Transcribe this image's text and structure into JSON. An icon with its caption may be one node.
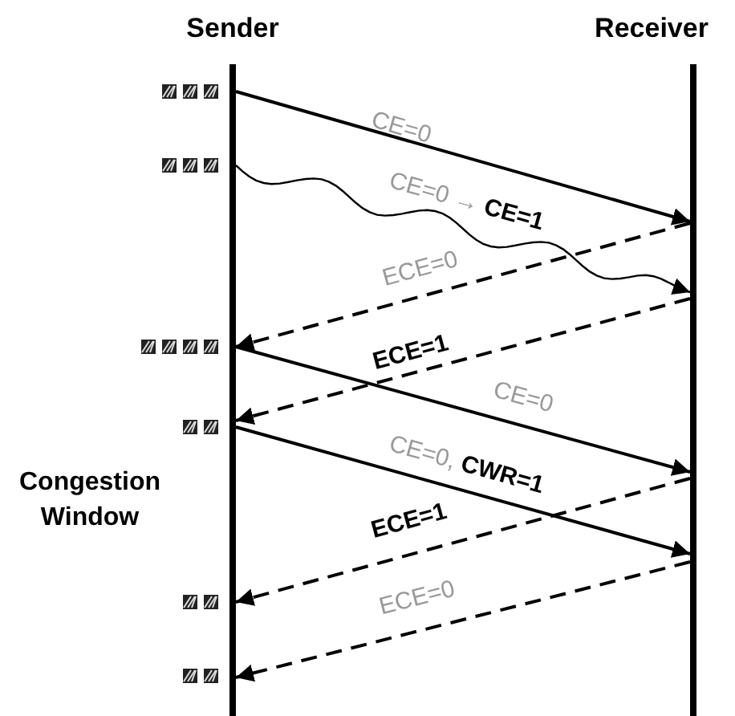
{
  "diagram": {
    "nodes": [
      {
        "text": [
          "Sender"
        ]
      },
      {
        "text": [
          "Receiver"
        ]
      }
    ],
    "edges": [
      {
        "from": 0,
        "to": 1,
        "arrow": "to",
        "label": "CE=0"
      },
      {
        "from": 0,
        "to": 1,
        "arrow": "to",
        "label": "CE=0 → **CE=1**"
      },
      {
        "from": 1,
        "to": 0,
        "arrow": "to",
        "label": "ECE=0",
        "style": "dashed"
      },
      {
        "from": 1,
        "to": 0,
        "arrow": "to",
        "label": "ECE=1",
        "style": "dashed"
      },
      {
        "from": 0,
        "to": 1,
        "arrow": "to",
        "label": "CE=0"
      },
      {
        "from": 0,
        "to": 1,
        "arrow": "to",
        "label": "CE=0, **CWR=1**"
      },
      {
        "from": 1,
        "to": 0,
        "arrow": "to",
        "label": "ECE=1",
        "style": "dashed"
      },
      {
        "from": 1,
        "to": 0,
        "arrow": "to",
        "label": "ECE=0",
        "style": "dashed"
      }
    ],
    "labels": [
      "Congestion Window"
    ]
  }
}
